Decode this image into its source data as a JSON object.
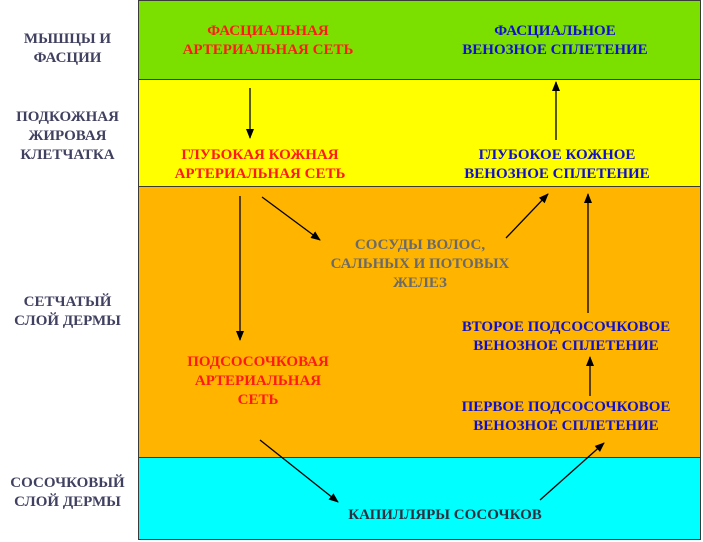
{
  "layers": [
    {
      "lines": [
        "МЫШЦЫ И",
        "ФАСЦИИ"
      ],
      "color": "#7be000"
    },
    {
      "lines": [
        "ПОДКОЖНАЯ",
        "ЖИРОВАЯ",
        "КЛЕТЧАТКА"
      ],
      "color": "#ffff00"
    },
    {
      "lines": [
        "СЕТЧАТЫЙ",
        "СЛОЙ  ДЕРМЫ"
      ],
      "color": "#ffb400"
    },
    {
      "lines": [
        "СОСОЧКОВЫЙ",
        "СЛОЙ ДЕРМЫ"
      ],
      "color": "#00ffff"
    }
  ],
  "nodes": {
    "fascial_arterial": {
      "lines": [
        "ФАСЦИАЛЬНАЯ",
        "АРТЕРИАЛЬНАЯ СЕТЬ"
      ],
      "color": "#ff1a1a"
    },
    "fascial_venous": {
      "lines": [
        "ФАСЦИАЛЬНОЕ",
        "ВЕНОЗНОЕ СПЛЕТЕНИЕ"
      ],
      "color": "#1010cc"
    },
    "deep_arterial": {
      "lines": [
        "ГЛУБОКАЯ КОЖНАЯ",
        "АРТЕРИАЛЬНАЯ СЕТЬ"
      ],
      "color": "#ff1a1a"
    },
    "deep_venous": {
      "lines": [
        "ГЛУБОКОЕ КОЖНОЕ",
        "ВЕНОЗНОЕ СПЛЕТЕНИЕ"
      ],
      "color": "#1010cc"
    },
    "hair_vessels": {
      "lines": [
        "СОСУДЫ ВОЛОС,",
        "САЛЬНЫХ И ПОТОВЫХ",
        "ЖЕЛЕЗ"
      ],
      "color": "#6a6a6a"
    },
    "subpapillary_arterial": {
      "lines": [
        "ПОДСОСОЧКОВАЯ",
        "АРТЕРИАЛЬНАЯ",
        "СЕТЬ"
      ],
      "color": "#ff1a1a"
    },
    "second_subpapillary_venous": {
      "lines": [
        "ВТОРОЕ ПОДСОСОЧКОВОЕ",
        "ВЕНОЗНОЕ СПЛЕТЕНИЕ"
      ],
      "color": "#1010cc"
    },
    "first_subpapillary_venous": {
      "lines": [
        "ПЕРВОЕ ПОДСОСОЧКОВОЕ",
        "ВЕНОЗНОЕ СПЛЕТЕНИЕ"
      ],
      "color": "#1010cc"
    },
    "papillary_capillaries": {
      "lines": [
        "КАПИЛЛЯРЫ СОСОЧКОВ"
      ],
      "color": "#303040"
    }
  }
}
